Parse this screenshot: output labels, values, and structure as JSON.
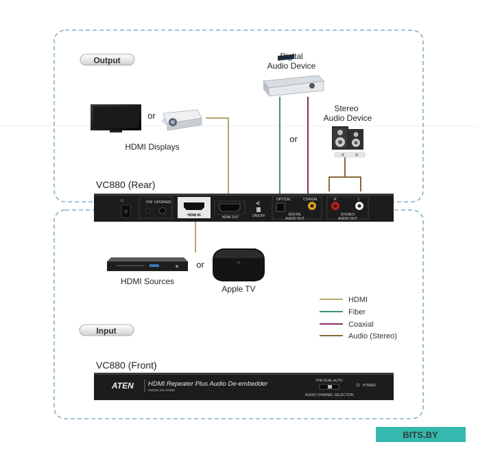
{
  "sections": {
    "output_label": "Output",
    "input_label": "Input"
  },
  "devices": {
    "digital_audio": [
      "Digital",
      "Audio Device"
    ],
    "stereo_audio": [
      "Stereo",
      "Audio Device"
    ],
    "hdmi_displays": "HDMI Displays",
    "hdmi_sources": "HDMI Sources",
    "apple_tv": "Apple TV",
    "or_word": "or"
  },
  "rear_panel": {
    "title": "VC880 (Rear)",
    "fw_label": "F/W",
    "upgrade_label": "UPGRADE",
    "hdmi_in": "HDMI IN",
    "hdmi_out": "HDMI OUT",
    "onoff": "ON/OFF",
    "optical": "OPTICAL",
    "coaxial": "COAXIAL",
    "digital_audio_out": [
      "DIGITAL",
      "AUDIO OUT"
    ],
    "r": "R",
    "l": "L",
    "stereo_audio_out": [
      "STEREO",
      "AUDIO OUT"
    ]
  },
  "front_panel": {
    "title": "VC880 (Front)",
    "brand": "ATEN",
    "product": "HDMI Repeater Plus Audio De-embedder",
    "model": "MODEL NO.VC880",
    "switch_positions": "THR  DUAL  AUTO",
    "channel_selection": "AUDIO CHANNEL SELECTION",
    "power": "POWER"
  },
  "legend": [
    {
      "label": "HDMI",
      "color": "#b9a36a"
    },
    {
      "label": "Fiber",
      "color": "#3d8f78"
    },
    {
      "label": "Coaxial",
      "color": "#8a2b5b"
    },
    {
      "label": "Audio (Stereo)",
      "color": "#8a6a3c"
    }
  ],
  "watermark": "BITS.BY"
}
